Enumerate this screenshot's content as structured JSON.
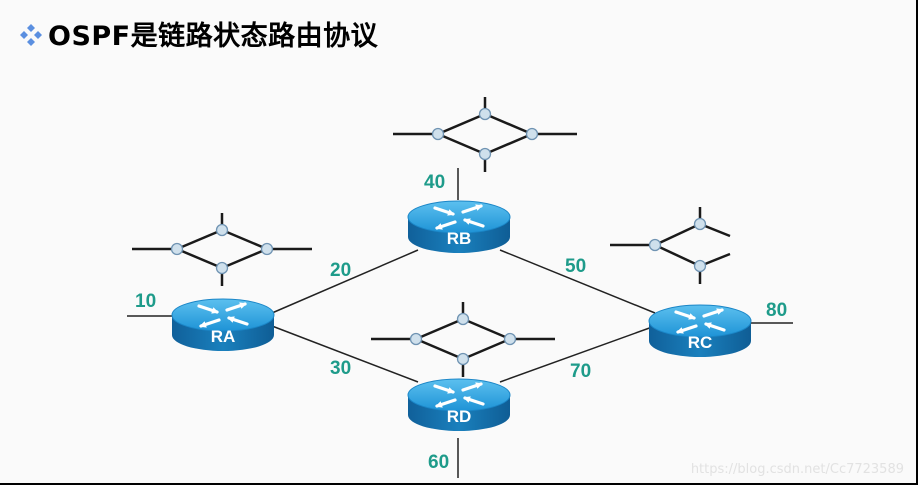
{
  "slide": {
    "title": "OSPF是链路状态路由协议",
    "bullet_icon": "diamond-cluster-icon",
    "colors": {
      "bullet": "#5b8fe0",
      "cost_label": "#1e9b8a",
      "router_top": "#2fa3df",
      "router_side": "#1677b3",
      "link": "#222222",
      "node": "#c9dbe8"
    }
  },
  "routers": [
    {
      "id": "RA",
      "label": "RA",
      "stub_cost": "10"
    },
    {
      "id": "RB",
      "label": "RB",
      "stub_cost": "40"
    },
    {
      "id": "RC",
      "label": "RC",
      "stub_cost": "80"
    },
    {
      "id": "RD",
      "label": "RD",
      "stub_cost": "60"
    }
  ],
  "links": [
    {
      "from": "RA",
      "to": "RB",
      "cost": "20"
    },
    {
      "from": "RB",
      "to": "RC",
      "cost": "50"
    },
    {
      "from": "RA",
      "to": "RD",
      "cost": "30"
    },
    {
      "from": "RD",
      "to": "RC",
      "cost": "70"
    }
  ],
  "watermark": "https://blog.csdn.net/Cc7723589"
}
